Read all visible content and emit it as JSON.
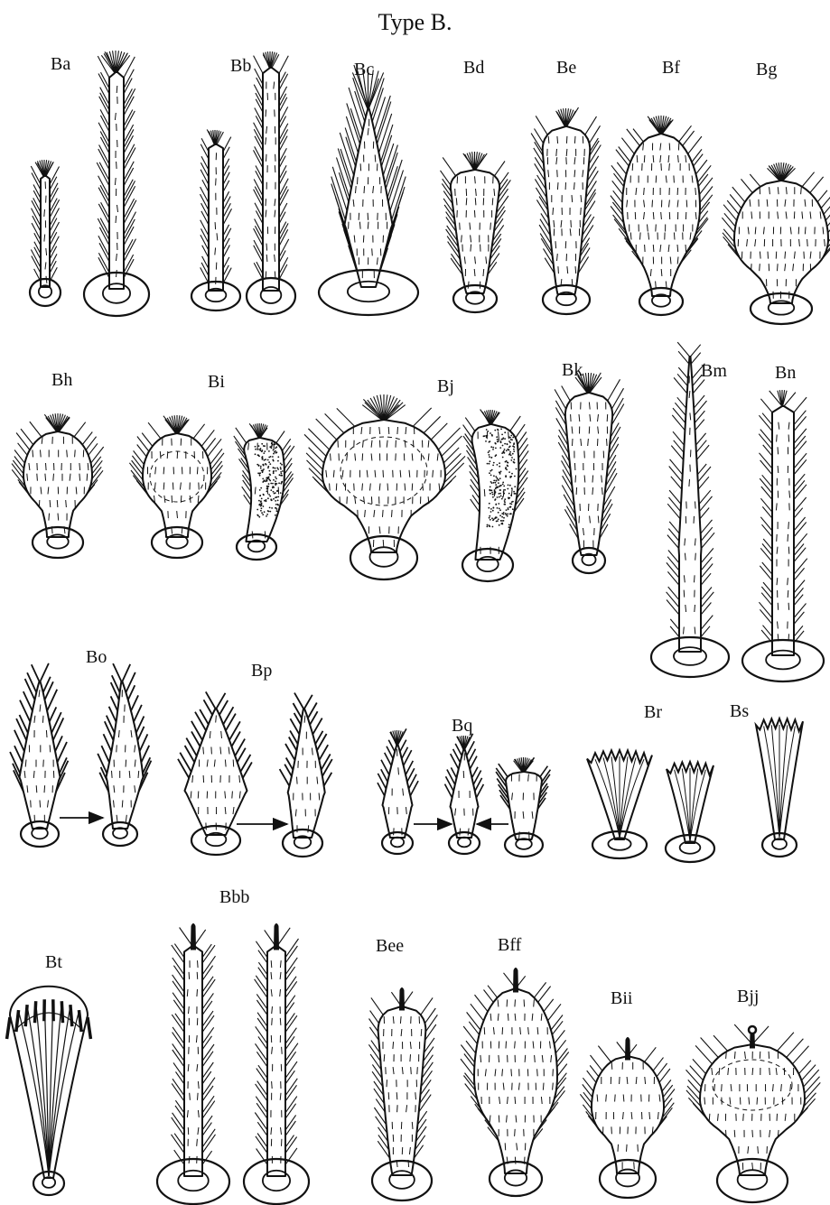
{
  "title": "Type B.",
  "labels": {
    "Ba": "Ba",
    "Bb": "Bb",
    "Bc": "Bc",
    "Bd": "Bd",
    "Be": "Be",
    "Bf": "Bf",
    "Bg": "Bg",
    "Bh": "Bh",
    "Bi": "Bi",
    "Bj": "Bj",
    "Bk": "Bk",
    "Bm": "Bm",
    "Bn": "Bn",
    "Bo": "Bo",
    "Bp": "Bp",
    "Bq": "Bq",
    "Br": "Br",
    "Bs": "Bs",
    "Bt": "Bt",
    "Bbb": "Bbb",
    "Bee": "Bee",
    "Bff": "Bff",
    "Bii": "Bii",
    "Bjj": "Bjj"
  },
  "colors": {
    "ink": "#111111",
    "paper": "#ffffff"
  }
}
